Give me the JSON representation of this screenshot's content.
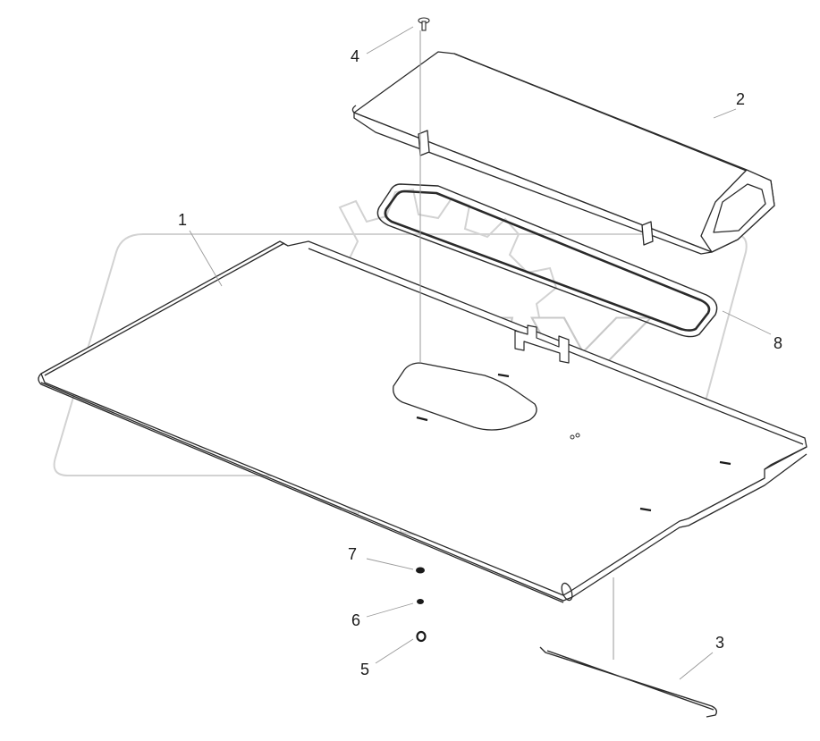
{
  "watermark": {
    "text": "OPEX"
  },
  "callouts": [
    {
      "id": "1",
      "label": "1"
    },
    {
      "id": "2",
      "label": "2"
    },
    {
      "id": "3",
      "label": "3"
    },
    {
      "id": "4",
      "label": "4"
    },
    {
      "id": "5",
      "label": "5"
    },
    {
      "id": "6",
      "label": "6"
    },
    {
      "id": "7",
      "label": "7"
    },
    {
      "id": "8",
      "label": "8"
    }
  ],
  "colors": {
    "line": "#2a2a2a",
    "leader": "#9a9a9a",
    "watermark_outline": "#c8c8c8"
  }
}
